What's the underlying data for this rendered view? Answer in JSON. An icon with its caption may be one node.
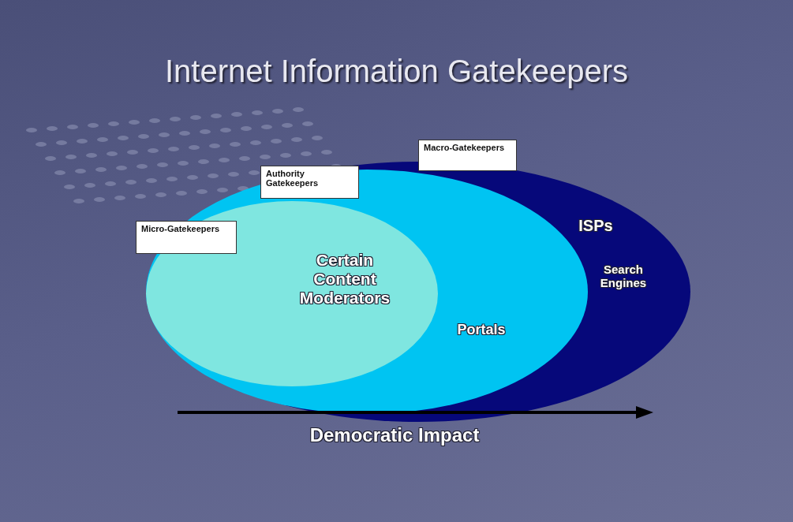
{
  "diagram": {
    "title": "Internet Information Gatekeepers",
    "nodes": [
      {
        "text": [
          "Macro-Gatekeepers",
          "ISPs",
          "Search Engines"
        ]
      },
      {
        "text": [
          "Authority Gatekeepers",
          "Portals"
        ],
        "in": 0
      },
      {
        "text": [
          "Micro-Gatekeepers",
          "Certain Content Moderators"
        ],
        "in": 1
      }
    ],
    "labels": [
      "Democratic Impact"
    ]
  }
}
